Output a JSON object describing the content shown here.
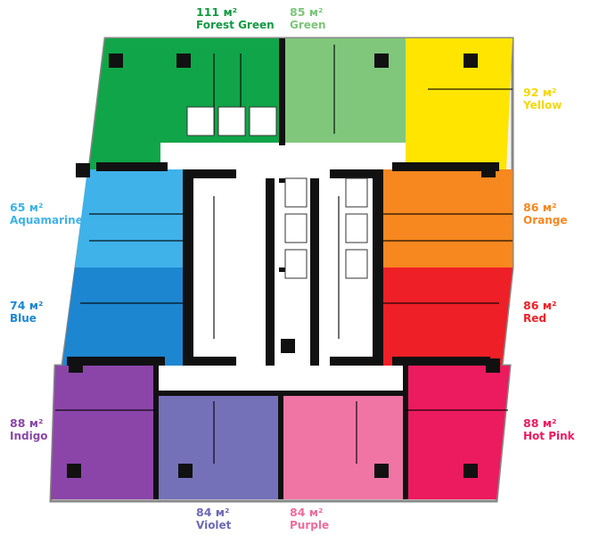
{
  "title_unit": "м²",
  "units": [
    {
      "id": "forest-green",
      "area": "111 м²",
      "name": "Forest Green",
      "color": "#10a548",
      "label_color": "#139a45"
    },
    {
      "id": "green",
      "area": "85 м²",
      "name": "Green",
      "color": "#80c77c",
      "label_color": "#7dc47a"
    },
    {
      "id": "yellow",
      "area": "92 м²",
      "name": "Yellow",
      "color": "#ffe500",
      "label_color": "#f5d800"
    },
    {
      "id": "aquamarine",
      "area": "65 м²",
      "name": "Aquamarine",
      "color": "#3fb2ea",
      "label_color": "#3fb2ea"
    },
    {
      "id": "orange",
      "area": "86 м²",
      "name": "Orange",
      "color": "#f7871f",
      "label_color": "#f7871f"
    },
    {
      "id": "blue",
      "area": "74 м²",
      "name": "Blue",
      "color": "#1d86d0",
      "label_color": "#1d86d0"
    },
    {
      "id": "red",
      "area": "86 м²",
      "name": "Red",
      "color": "#ee1f26",
      "label_color": "#ee1f26"
    },
    {
      "id": "indigo",
      "area": "88 м²",
      "name": "Indigo",
      "color": "#8b45a9",
      "label_color": "#8b45a9"
    },
    {
      "id": "hot-pink",
      "area": "88 м²",
      "name": "Hot Pink",
      "color": "#ec1a5e",
      "label_color": "#ec1a5e"
    },
    {
      "id": "violet",
      "area": "84 м²",
      "name": "Violet",
      "color": "#7571b9",
      "label_color": "#6c68b3"
    },
    {
      "id": "purple",
      "area": "84 м²",
      "name": "Purple",
      "color": "#f075a5",
      "label_color": "#ee6c9e"
    }
  ]
}
